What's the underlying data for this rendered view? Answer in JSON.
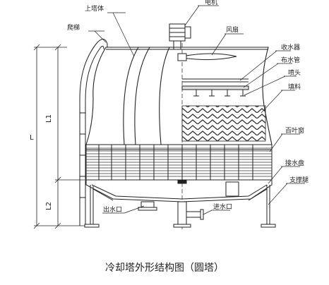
{
  "labels": {
    "upper_tower": "上塔体",
    "ladder": "爬梯",
    "motor": "电机",
    "fan": "风扇",
    "eliminator": "收水器",
    "distributor": "布水管",
    "nozzle": "喷头",
    "fill": "填料",
    "louver": "百叶窗",
    "basin": "接水盘",
    "legs": "支撑腿",
    "outlet": "出水口",
    "inlet": "进水口"
  },
  "dimensions": {
    "L": "L",
    "L1": "L1",
    "L2": "L2"
  },
  "caption": "冷却塔外形结构图（圆塔）"
}
